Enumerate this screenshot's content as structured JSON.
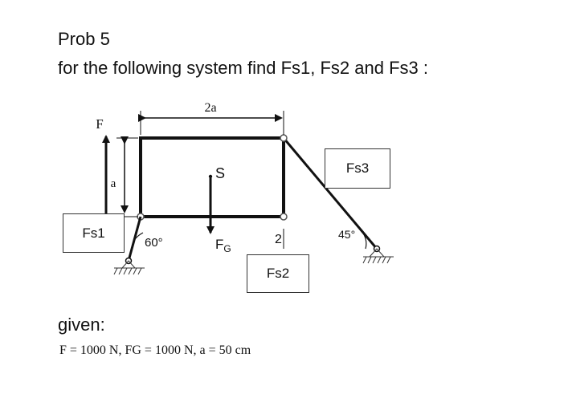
{
  "title": "Prob 5",
  "subtitle": "for the following system find Fs1, Fs2 and Fs3 :",
  "diagram": {
    "dim_width": "2a",
    "dim_height": "a",
    "force_F": "F",
    "point_S": "S",
    "force_G_main": "F",
    "force_G_sub": "G",
    "joint_label_2": "2",
    "angle_left": "60°",
    "angle_right": "45°",
    "label_fs1": "Fs1",
    "label_fs2": "Fs2",
    "label_fs3": "Fs3"
  },
  "given": {
    "heading": "given:",
    "values": "F = 1000 N,  FG = 1000 N,   a = 50 cm"
  }
}
